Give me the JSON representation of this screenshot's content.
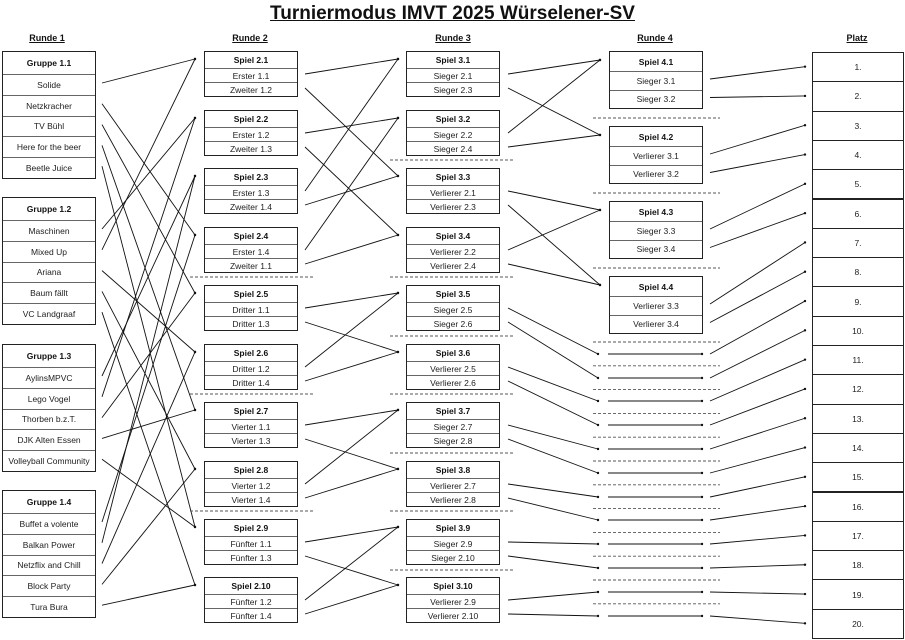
{
  "title": "Turniermodus IMVT 2025 Würselener-SV",
  "columns": {
    "r1": "Runde 1",
    "r2": "Runde 2",
    "r3": "Runde 3",
    "r4": "Runde 4",
    "platz": "Platz"
  },
  "round1": [
    {
      "header": "Gruppe 1.1",
      "teams": [
        "Solide",
        "Netzkracher",
        "TV Bühl",
        "Here for the beer",
        "Beetle Juice"
      ]
    },
    {
      "header": "Gruppe 1.2",
      "teams": [
        "Maschinen",
        "Mixed Up",
        "Ariana",
        "Baum fällt",
        "VC Landgraaf"
      ]
    },
    {
      "header": "Gruppe 1.3",
      "teams": [
        "AylinsMPVC",
        "Lego Vogel",
        "Thorben b.z.T.",
        "DJK Alten Essen",
        "Volleyball Community"
      ]
    },
    {
      "header": "Gruppe 1.4",
      "teams": [
        "Buffet a volente",
        "Balkan Power",
        "Netzflix and Chill",
        "Block Party",
        "Tura Bura"
      ]
    }
  ],
  "round2": [
    {
      "header": "Spiel 2.1",
      "rows": [
        "Erster 1.1",
        "Zweiter 1.2"
      ]
    },
    {
      "header": "Spiel 2.2",
      "rows": [
        "Erster 1.2",
        "Zweiter 1.3"
      ]
    },
    {
      "header": "Spiel 2.3",
      "rows": [
        "Erster 1.3",
        "Zweiter 1.4"
      ]
    },
    {
      "header": "Spiel 2.4",
      "rows": [
        "Erster 1.4",
        "Zweiter 1.1"
      ]
    },
    {
      "header": "Spiel 2.5",
      "rows": [
        "Dritter 1.1",
        "Dritter 1.3"
      ]
    },
    {
      "header": "Spiel 2.6",
      "rows": [
        "Dritter 1.2",
        "Dritter 1.4"
      ]
    },
    {
      "header": "Spiel 2.7",
      "rows": [
        "Vierter 1.1",
        "Vierter 1.3"
      ]
    },
    {
      "header": "Spiel 2.8",
      "rows": [
        "Vierter 1.2",
        "Vierter 1.4"
      ]
    },
    {
      "header": "Spiel 2.9",
      "rows": [
        "Fünfter 1.1",
        "Fünfter 1.3"
      ]
    },
    {
      "header": "Spiel 2.10",
      "rows": [
        "Fünfter 1.2",
        "Fünfter 1.4"
      ]
    }
  ],
  "round3": [
    {
      "header": "Spiel 3.1",
      "rows": [
        "Sieger 2.1",
        "Sieger 2.3"
      ]
    },
    {
      "header": "Spiel 3.2",
      "rows": [
        "Sieger 2.2",
        "Sieger 2.4"
      ]
    },
    {
      "header": "Spiel 3.3",
      "rows": [
        "Verlierer 2.1",
        "Verlierer 2.3"
      ]
    },
    {
      "header": "Spiel 3.4",
      "rows": [
        "Verlierer 2.2",
        "Verlierer 2.4"
      ]
    },
    {
      "header": "Spiel 3.5",
      "rows": [
        "Sieger 2.5",
        "Sieger 2.6"
      ]
    },
    {
      "header": "Spiel 3.6",
      "rows": [
        "Verlierer 2.5",
        "Verlierer 2.6"
      ]
    },
    {
      "header": "Spiel 3.7",
      "rows": [
        "Sieger 2.7",
        "Sieger 2.8"
      ]
    },
    {
      "header": "Spiel 3.8",
      "rows": [
        "Verlierer 2.7",
        "Verlierer 2.8"
      ]
    },
    {
      "header": "Spiel 3.9",
      "rows": [
        "Sieger 2.9",
        "Sieger 2.10"
      ]
    },
    {
      "header": "Spiel 3.10",
      "rows": [
        "Verlierer 2.9",
        "Verlierer 2.10"
      ]
    }
  ],
  "round4": [
    {
      "header": "Spiel 4.1",
      "rows": [
        "Sieger 3.1",
        "Sieger 3.2"
      ]
    },
    {
      "header": "Spiel 4.2",
      "rows": [
        "Verlierer 3.1",
        "Verlierer 3.2"
      ]
    },
    {
      "header": "Spiel 4.3",
      "rows": [
        "Sieger 3.3",
        "Sieger 3.4"
      ]
    },
    {
      "header": "Spiel 4.4",
      "rows": [
        "Verlierer 3.3",
        "Verlierer 3.4"
      ]
    }
  ],
  "places": [
    "1.",
    "2.",
    "3.",
    "4.",
    "5.",
    "6.",
    "7.",
    "8.",
    "9.",
    "10.",
    "11.",
    "12.",
    "13.",
    "14.",
    "15.",
    "16.",
    "17.",
    "18.",
    "19.",
    "20."
  ]
}
